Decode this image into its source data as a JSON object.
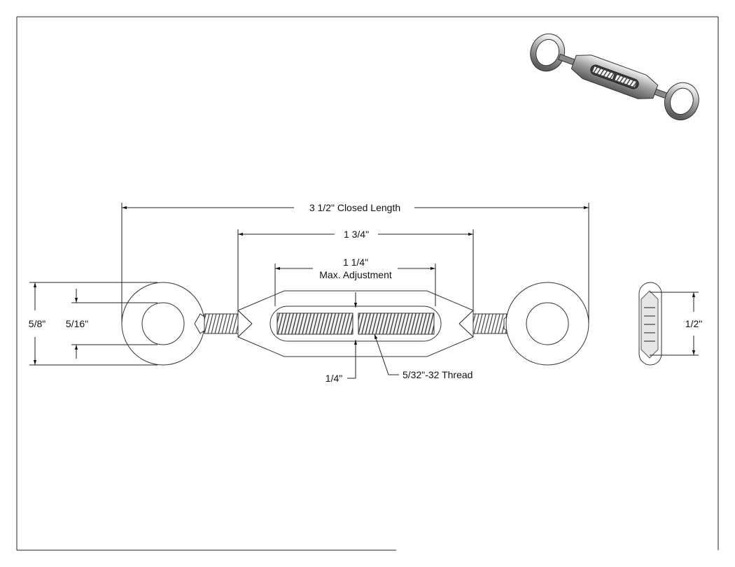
{
  "dimensions": {
    "closed_length": "3 1/2\" Closed Length",
    "body_length": "1 3/4\"",
    "max_adjustment_value": "1 1/4\"",
    "max_adjustment_label": "Max. Adjustment",
    "eye_outer_dia": "5/8\"",
    "eye_inner_dia": "5/16\"",
    "body_slot": "1/4\"",
    "thread": "5/32\"-32 Thread",
    "side_width": "1/2\""
  }
}
